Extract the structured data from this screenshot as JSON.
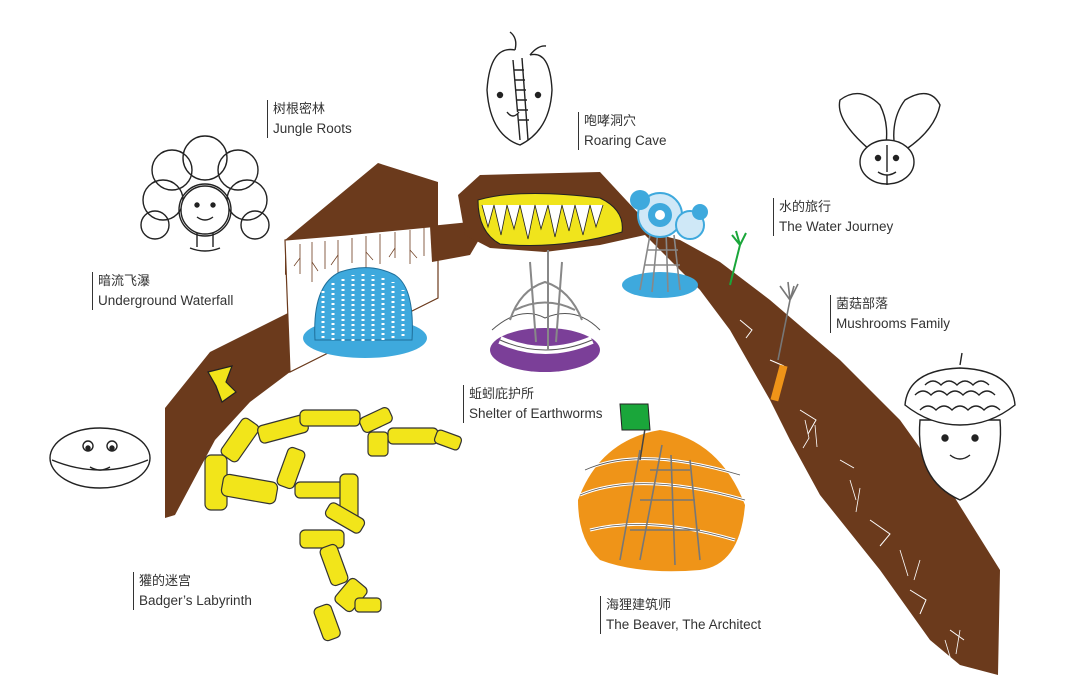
{
  "zones": {
    "jungle_roots": {
      "cn": "树根密林",
      "en": "Jungle Roots"
    },
    "roaring_cave": {
      "cn": "咆哮洞穴",
      "en": "Roaring Cave"
    },
    "water_journey": {
      "cn": "水的旅行",
      "en": "The Water Journey"
    },
    "underground_waterfall": {
      "cn": "暗流飞瀑",
      "en": "Underground Waterfall"
    },
    "mushrooms_family": {
      "cn": "菌菇部落",
      "en": "Mushrooms Family"
    },
    "shelter_earthworms": {
      "cn": "蚯蚓庇护所",
      "en": "Shelter of Earthworms"
    },
    "badgers_labyrinth": {
      "cn": "獾的迷宫",
      "en": "Badger’s Labyrinth"
    },
    "beaver_architect": {
      "cn": "海狸建筑师",
      "en": "The Beaver, The Architect"
    }
  },
  "colors": {
    "soil": "#6b3a1c",
    "water": "#3ea9dd",
    "labyrinth": "#f2e51a",
    "earthworm": "#7b3f98",
    "beaver": "#ef9418",
    "flag": "#1aa63a",
    "cave_teeth": "#f0e41c",
    "ink": "#222222"
  },
  "icons": [
    "tree-character-icon",
    "seed-character-icon",
    "maple-seed-character-icon",
    "pod-character-icon",
    "acorn-character-icon"
  ]
}
